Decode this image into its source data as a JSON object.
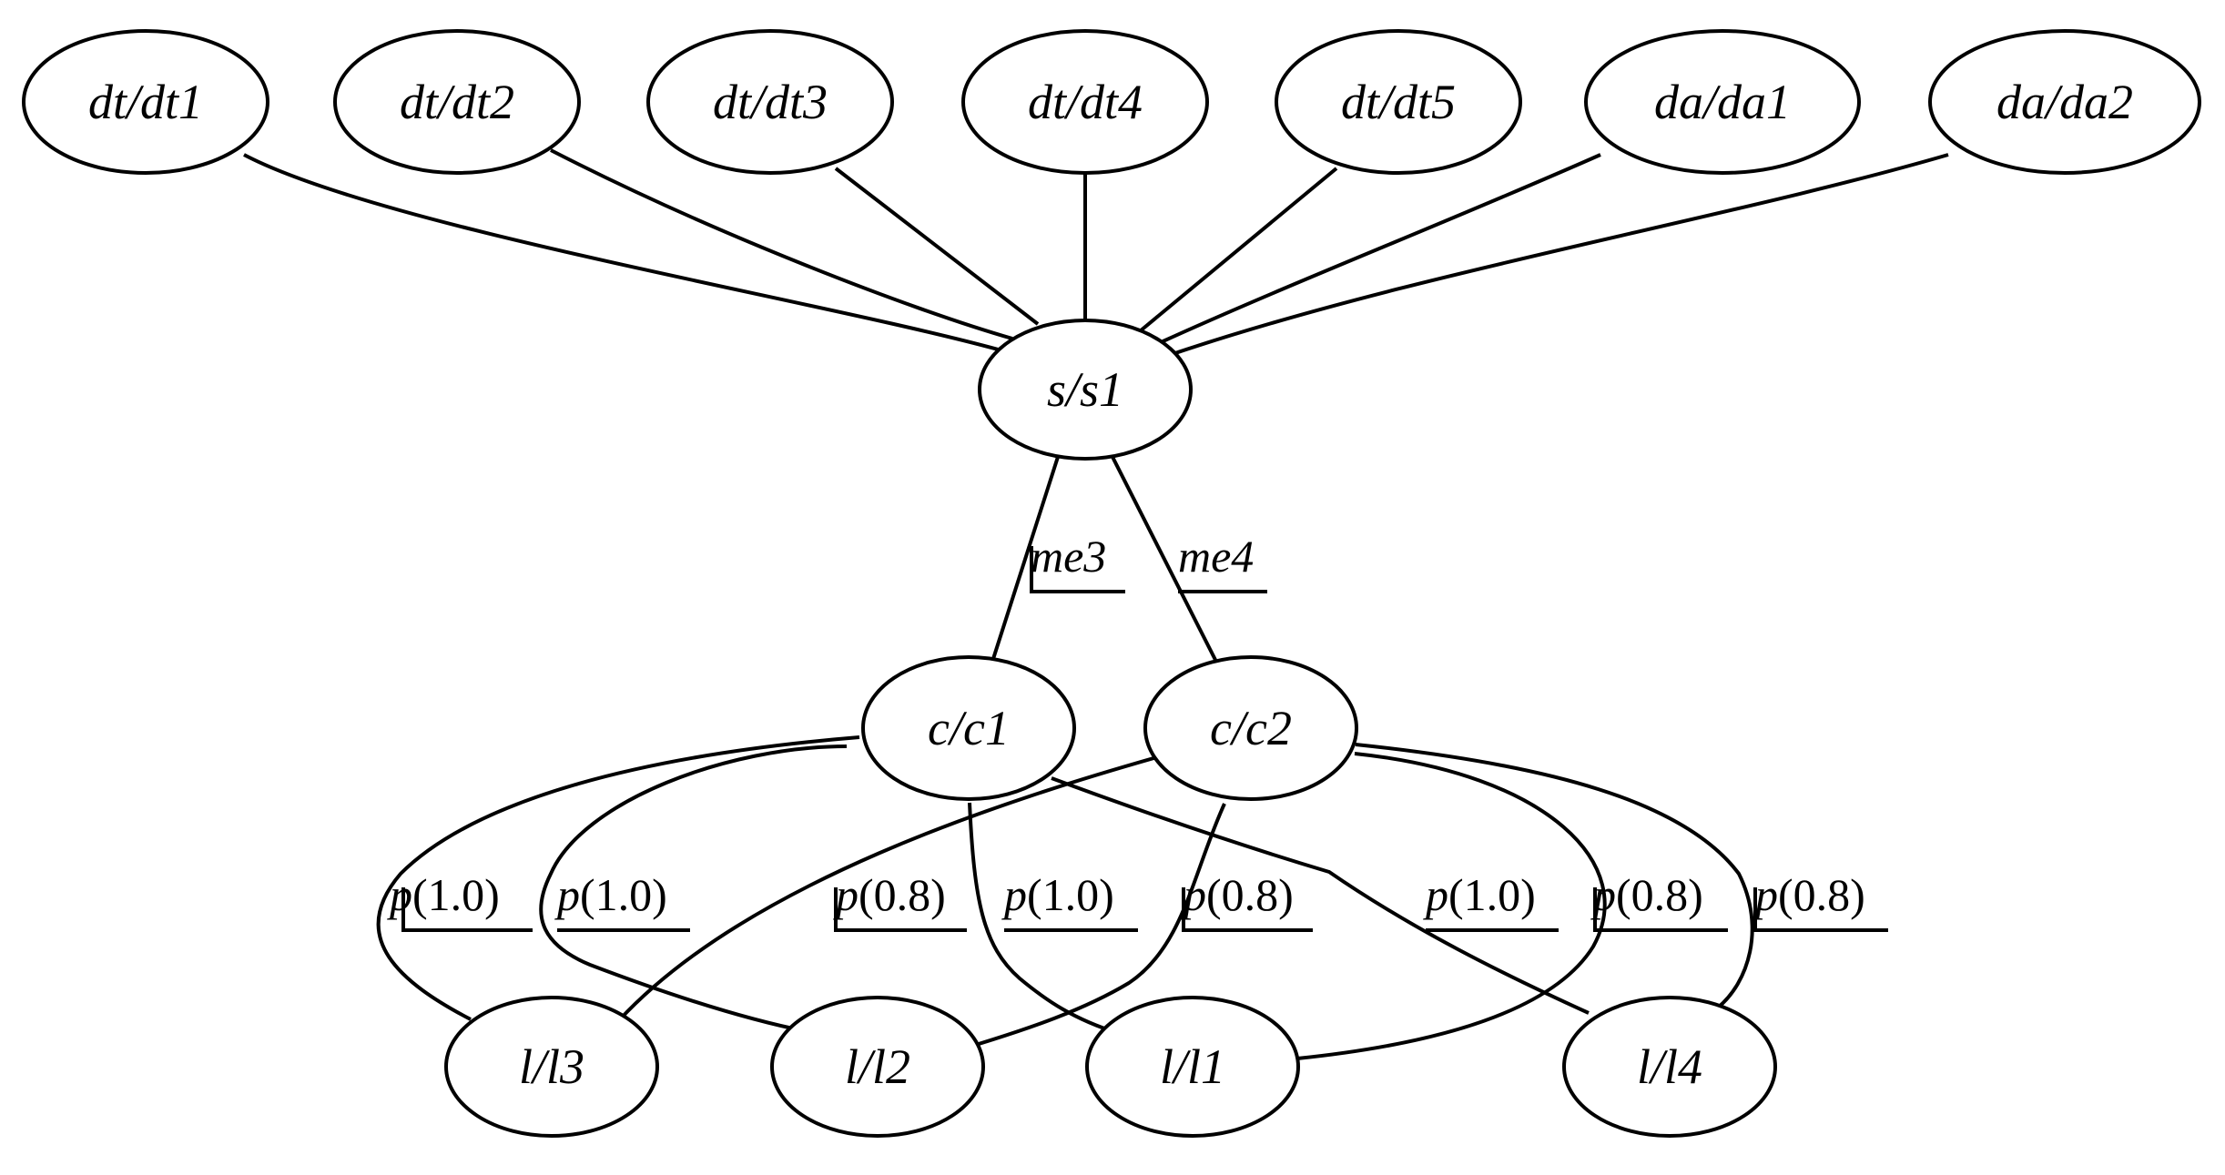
{
  "nodes": {
    "dt1": "dt/dt1",
    "dt2": "dt/dt2",
    "dt3": "dt/dt3",
    "dt4": "dt/dt4",
    "dt5": "dt/dt5",
    "da1": "da/da1",
    "da2": "da/da2",
    "s1": "s/s1",
    "c1": "c/c1",
    "c2": "c/c2",
    "l3": "l/l3",
    "l2": "l/l2",
    "l1": "l/l1",
    "l4": "l/l4"
  },
  "edge_labels": {
    "me3": "me3",
    "me4": "me4",
    "l3_c1": {
      "fn": "p",
      "val": "(1.0)"
    },
    "l2_c1": {
      "fn": "p",
      "val": "(1.0)"
    },
    "l3_c2": {
      "fn": "p",
      "val": "(0.8)"
    },
    "l1_c1": {
      "fn": "p",
      "val": "(1.0)"
    },
    "l2_c2": {
      "fn": "p",
      "val": "(0.8)"
    },
    "l4_c1": {
      "fn": "p",
      "val": "(1.0)"
    },
    "l1_c2": {
      "fn": "p",
      "val": "(0.8)"
    },
    "l4_c2": {
      "fn": "p",
      "val": "(0.8)"
    }
  }
}
